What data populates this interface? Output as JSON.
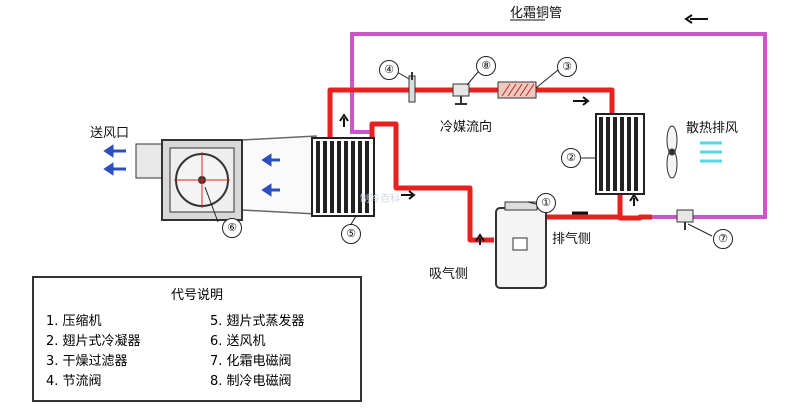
{
  "labels": {
    "defrost_pipe": "化霜铜管",
    "supply_air": "送风口",
    "refrigerant_flow": "冷媒流向",
    "heat_exhaust": "散热排风",
    "discharge_side": "排气侧",
    "suction_side": "吸气侧"
  },
  "markers": [
    "①",
    "②",
    "③",
    "④",
    "⑤",
    "⑥",
    "⑦",
    "⑧"
  ],
  "legend": {
    "title": "代号说明",
    "items": [
      "1. 压缩机",
      "2. 翅片式冷凝器",
      "3. 干燥过滤器",
      "4. 节流阀",
      "5. 翅片式蒸发器",
      "6. 送风机",
      "7. 化霜电磁阀",
      "8. 制冷电磁阀"
    ]
  },
  "watermark": "制冷百科",
  "colors": {
    "refrigerant_line": "#e8201e",
    "defrost_line": "#cc55cc",
    "arrow_blue": "#2b4fbf",
    "arrow_cyan": "#55d6e6"
  }
}
